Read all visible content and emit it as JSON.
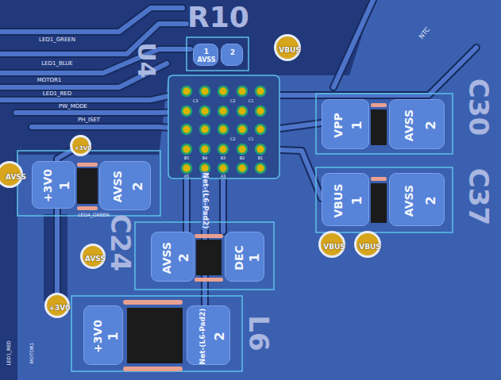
{
  "diagram": {
    "nodes": [
      {
        "text": [
          "1",
          "AVSS"
        ]
      },
      {
        "text": [
          "2"
        ]
      },
      {
        "text": [
          "VBUS"
        ]
      },
      {
        "text": [
          "+3V0"
        ]
      },
      {
        "text": [
          "1",
          "VPP"
        ]
      },
      {
        "text": [
          "2",
          "AVSS"
        ]
      },
      {
        "text": [
          "AVSS"
        ]
      },
      {
        "text": [
          "1",
          "+3V0"
        ]
      },
      {
        "text": [
          "2",
          "AVSS"
        ]
      },
      {
        "text": [
          "1",
          "VBUS"
        ]
      },
      {
        "text": [
          "2",
          "AVSS"
        ]
      },
      {
        "text": [
          "VBUS"
        ]
      },
      {
        "text": [
          "VBUS"
        ]
      },
      {
        "text": [
          "2",
          "AVSS"
        ]
      },
      {
        "text": [
          "1",
          "DEC"
        ]
      },
      {
        "text": [
          "AVSS"
        ]
      },
      {
        "text": [
          "+3V0"
        ]
      },
      {
        "text": [
          "1",
          "+3V0"
        ]
      },
      {
        "text": [
          "2",
          "Net-(L6-Pad2)"
        ]
      }
    ],
    "labels": [
      "R10",
      "C30",
      "C37",
      "C24",
      "L6",
      "U4",
      "LED1_GREEN",
      "LED1_BLUE",
      "MOTOR1",
      "LED1_RED",
      "PW_MODE",
      "PH_ISET",
      "NTC",
      "LED4_GREEN",
      "Net-(L6-Pad2)",
      "LED1_RED",
      "MOTOR1",
      "C3",
      "C2",
      "C1",
      "C2",
      "C1",
      "B5",
      "B4",
      "B3",
      "B2",
      "B1",
      "A5",
      "A4",
      "A3"
    ]
  }
}
